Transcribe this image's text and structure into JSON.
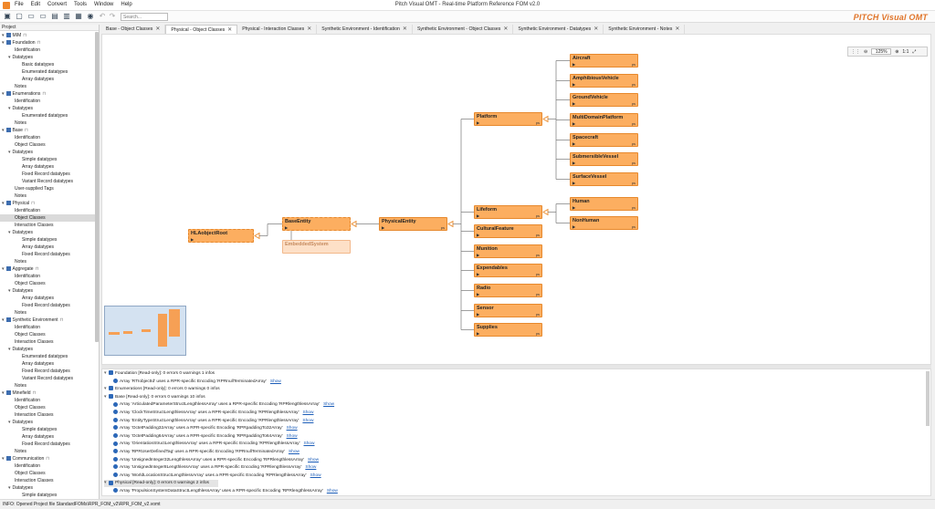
{
  "window": {
    "title": "Pitch Visual OMT - Real-time Platform Reference FOM v2.0"
  },
  "menu": [
    "File",
    "Edit",
    "Convert",
    "Tools",
    "Window",
    "Help"
  ],
  "search": {
    "placeholder": "Search..."
  },
  "brand": "PITCH Visual OMT",
  "tabs": [
    "Base - Object Classes",
    "Physical - Object Classes",
    "Physical - Interaction Classes",
    "Synthetic Environment - Identification",
    "Synthetic Environment - Object Classes",
    "Synthetic Environment - Datatypes",
    "Synthetic Environment - Notes"
  ],
  "active_tab": 1,
  "project": {
    "header": "Project",
    "tree": [
      {
        "label": "MIM",
        "d": 0,
        "lock": true,
        "mod": true
      },
      {
        "label": "Foundation",
        "d": 0,
        "lock": true,
        "mod": true
      },
      {
        "label": "Identification",
        "d": 1
      },
      {
        "label": "Datatypes",
        "d": 1,
        "tw": true
      },
      {
        "label": "Basic datatypes",
        "d": 2
      },
      {
        "label": "Enumerated datatypes",
        "d": 2
      },
      {
        "label": "Array datatypes",
        "d": 2
      },
      {
        "label": "Notes",
        "d": 1
      },
      {
        "label": "Enumerations",
        "d": 0,
        "lock": true,
        "mod": true
      },
      {
        "label": "Identification",
        "d": 1
      },
      {
        "label": "Datatypes",
        "d": 1,
        "tw": true
      },
      {
        "label": "Enumerated datatypes",
        "d": 2
      },
      {
        "label": "Notes",
        "d": 1
      },
      {
        "label": "Base",
        "d": 0,
        "lock": true,
        "mod": true
      },
      {
        "label": "Identification",
        "d": 1
      },
      {
        "label": "Object Classes",
        "d": 1
      },
      {
        "label": "Datatypes",
        "d": 1,
        "tw": true
      },
      {
        "label": "Simple datatypes",
        "d": 2
      },
      {
        "label": "Array datatypes",
        "d": 2
      },
      {
        "label": "Fixed Record datatypes",
        "d": 2
      },
      {
        "label": "Variant Record datatypes",
        "d": 2
      },
      {
        "label": "User-supplied Tags",
        "d": 1
      },
      {
        "label": "Notes",
        "d": 1
      },
      {
        "label": "Physical",
        "d": 0,
        "lock": true,
        "mod": true
      },
      {
        "label": "Identification",
        "d": 1
      },
      {
        "label": "Object Classes",
        "d": 1,
        "sel": true
      },
      {
        "label": "Interaction Classes",
        "d": 1
      },
      {
        "label": "Datatypes",
        "d": 1,
        "tw": true
      },
      {
        "label": "Simple datatypes",
        "d": 2
      },
      {
        "label": "Array datatypes",
        "d": 2
      },
      {
        "label": "Fixed Record datatypes",
        "d": 2
      },
      {
        "label": "Notes",
        "d": 1
      },
      {
        "label": "Aggregate",
        "d": 0,
        "lock": true,
        "mod": true
      },
      {
        "label": "Identification",
        "d": 1
      },
      {
        "label": "Object Classes",
        "d": 1
      },
      {
        "label": "Datatypes",
        "d": 1,
        "tw": true
      },
      {
        "label": "Array datatypes",
        "d": 2
      },
      {
        "label": "Fixed Record datatypes",
        "d": 2
      },
      {
        "label": "Notes",
        "d": 1
      },
      {
        "label": "Synthetic Environment",
        "d": 0,
        "lock": true,
        "mod": true
      },
      {
        "label": "Identification",
        "d": 1
      },
      {
        "label": "Object Classes",
        "d": 1
      },
      {
        "label": "Interaction Classes",
        "d": 1
      },
      {
        "label": "Datatypes",
        "d": 1,
        "tw": true
      },
      {
        "label": "Enumerated datatypes",
        "d": 2
      },
      {
        "label": "Array datatypes",
        "d": 2
      },
      {
        "label": "Fixed Record datatypes",
        "d": 2
      },
      {
        "label": "Variant Record datatypes",
        "d": 2
      },
      {
        "label": "Notes",
        "d": 1
      },
      {
        "label": "Minefield",
        "d": 0,
        "lock": true,
        "mod": true
      },
      {
        "label": "Identification",
        "d": 1
      },
      {
        "label": "Object Classes",
        "d": 1
      },
      {
        "label": "Interaction Classes",
        "d": 1
      },
      {
        "label": "Datatypes",
        "d": 1,
        "tw": true
      },
      {
        "label": "Simple datatypes",
        "d": 2
      },
      {
        "label": "Array datatypes",
        "d": 2
      },
      {
        "label": "Fixed Record datatypes",
        "d": 2
      },
      {
        "label": "Notes",
        "d": 1
      },
      {
        "label": "Communication",
        "d": 0,
        "lock": true,
        "mod": true
      },
      {
        "label": "Identification",
        "d": 1
      },
      {
        "label": "Object Classes",
        "d": 1
      },
      {
        "label": "Interaction Classes",
        "d": 1
      },
      {
        "label": "Datatypes",
        "d": 1,
        "tw": true
      },
      {
        "label": "Simple datatypes",
        "d": 2
      }
    ]
  },
  "zoom": {
    "value": "125%",
    "one_to_one": "1:1"
  },
  "diagram": {
    "nodes": [
      {
        "id": "HLAobjectRoot",
        "label": "HLAobjectRoot",
        "dashed": true
      },
      {
        "id": "BaseEntity",
        "label": "BaseEntity",
        "dashed": true
      },
      {
        "id": "EmbeddedSystem",
        "label": "EmbeddedSystem",
        "ghost": true
      },
      {
        "id": "PhysicalEntity",
        "label": "PhysicalEntity",
        "ps": "ps"
      },
      {
        "id": "Platform",
        "label": "Platform",
        "ps": "ps"
      },
      {
        "id": "Lifeform",
        "label": "Lifeform",
        "ps": "ps"
      },
      {
        "id": "CulturalFeature",
        "label": "CulturalFeature",
        "ps": "ps"
      },
      {
        "id": "Munition",
        "label": "Munition",
        "ps": "ps"
      },
      {
        "id": "Expendables",
        "label": "Expendables",
        "ps": "ps"
      },
      {
        "id": "Radio",
        "label": "Radio",
        "ps": "ps"
      },
      {
        "id": "Sensor",
        "label": "Sensor",
        "ps": "ps"
      },
      {
        "id": "Supplies",
        "label": "Supplies",
        "ps": "ps"
      },
      {
        "id": "Aircraft",
        "label": "Aircraft",
        "ps": "ps"
      },
      {
        "id": "AmphibiousVehicle",
        "label": "AmphibiousVehicle",
        "ps": "ps"
      },
      {
        "id": "GroundVehicle",
        "label": "GroundVehicle",
        "ps": "ps"
      },
      {
        "id": "MultiDomainPlatform",
        "label": "MultiDomainPlatform",
        "ps": "ps"
      },
      {
        "id": "Spacecraft",
        "label": "Spacecraft",
        "ps": "ps"
      },
      {
        "id": "SubmersibleVessel",
        "label": "SubmersibleVessel",
        "ps": "ps"
      },
      {
        "id": "SurfaceVessel",
        "label": "SurfaceVessel",
        "ps": "ps"
      },
      {
        "id": "Human",
        "label": "Human",
        "ps": "ps"
      },
      {
        "id": "NonHuman",
        "label": "NonHuman",
        "ps": "ps"
      }
    ]
  },
  "console": {
    "show_label": "Show",
    "lines": [
      {
        "t": "group",
        "text": "Foundation [Read-only]: 0 errors 0 warnings 1 infos"
      },
      {
        "t": "info",
        "text": "Array 'RTIobjectId' uses a RPR-specific Encoding 'RPRnullTerminatedArray'",
        "show": true
      },
      {
        "t": "group",
        "text": "Enumerations [Read-only]: 0 errors 0 warnings 0 infos"
      },
      {
        "t": "group",
        "text": "Base [Read-only]: 0 errors 0 warnings 10 infos"
      },
      {
        "t": "info",
        "text": "Array 'ArticulatedParameterStructLengthlessArray' uses a RPR-specific Encoding 'RPRlengthlessArray'",
        "show": true
      },
      {
        "t": "info",
        "text": "Array 'ClockTimeStructLengthlessArray' uses a RPR-specific Encoding 'RPRlengthlessArray'",
        "show": true
      },
      {
        "t": "info",
        "text": "Array 'EntityTypeStructLengthlessArray' uses a RPR-specific Encoding 'RPRlengthlessArray'",
        "show": true
      },
      {
        "t": "info",
        "text": "Array 'OctetPadding32Array' uses a RPR-specific Encoding 'RPRpaddingTo32Array'",
        "show": true
      },
      {
        "t": "info",
        "text": "Array 'OctetPadding64Array' uses a RPR-specific Encoding 'RPRpaddingTo64Array'",
        "show": true
      },
      {
        "t": "info",
        "text": "Array 'OrientationStructLengthlessArray' uses a RPR-specific Encoding 'RPRlengthlessArray'",
        "show": true
      },
      {
        "t": "info",
        "text": "Array 'RPRUserDefinedTag' uses a RPR-specific Encoding 'RPRnullTerminatedArray'",
        "show": true
      },
      {
        "t": "info",
        "text": "Array 'UnsignedInteger32LengthlessArray' uses a RPR-specific Encoding 'RPRlengthlessArray'",
        "show": true
      },
      {
        "t": "info",
        "text": "Array 'UnsignedInteger8LengthlessArray' uses a RPR-specific Encoding 'RPRlengthlessArray'",
        "show": true
      },
      {
        "t": "info",
        "text": "Array 'WorldLocationStructLengthlessArray' uses a RPR-specific Encoding 'RPRlengthlessArray'",
        "show": true
      },
      {
        "t": "group",
        "text": "Physical [Read-only]: 0 errors 0 warnings 2 infos",
        "hl": true
      },
      {
        "t": "info",
        "text": "Array 'PropulsionSystemDataStructLengthlessArray' uses a RPR-specific Encoding 'RPRlengthlessArray'",
        "show": true
      }
    ]
  },
  "status": "INFO: Opened Project file StandardFOMs\\RPR_FOM_v2\\RPR_FOM_v2.vomt"
}
